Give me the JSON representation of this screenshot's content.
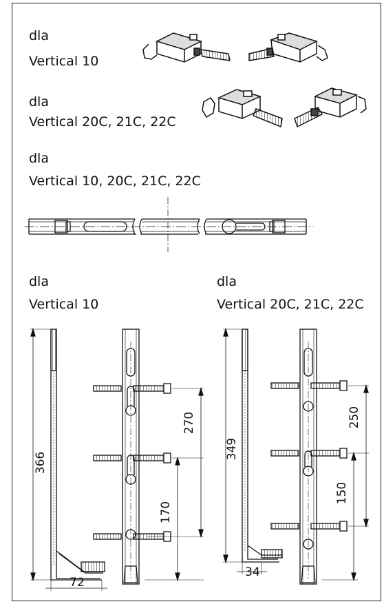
{
  "labels": [
    {
      "prefix": "dla",
      "model": "Vertical 10"
    },
    {
      "prefix": "dla",
      "model": "Vertical 20C, 21C, 22C"
    },
    {
      "prefix": "dla",
      "model": "Vertical 10, 20C, 21C, 22C"
    },
    {
      "prefix": "dla",
      "model": "Vertical 10"
    },
    {
      "prefix": "dla",
      "model": "Vertical 20C, 21C, 22C"
    }
  ],
  "dimensions": {
    "v10_height": "366",
    "v10_upper_spacing": "270",
    "v10_lower_spacing": "170",
    "v10_foot_width": "72",
    "v20_height": "349",
    "v20_upper_spacing": "250",
    "v20_lower_spacing": "150",
    "v20_foot_width": "34"
  }
}
